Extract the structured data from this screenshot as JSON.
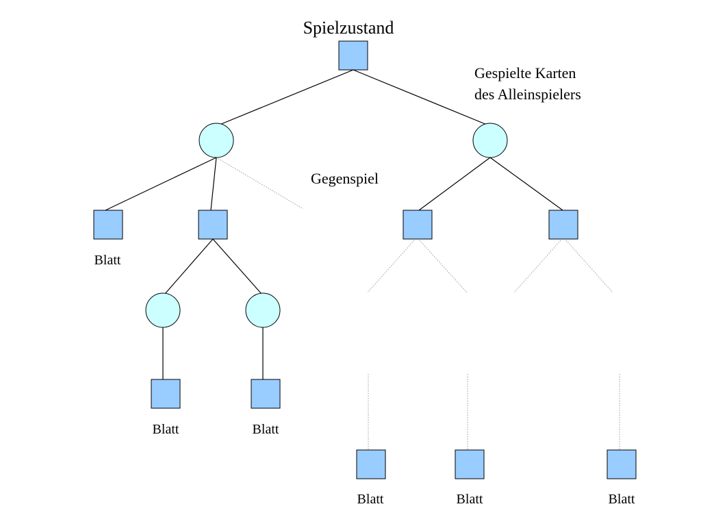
{
  "diagram": {
    "title": "Spielzustand",
    "annotation_declarer_line1": "Gespielte Karten",
    "annotation_declarer_line2": "des Alleinspielers",
    "annotation_opponents": "Gegenspiel",
    "leaf_label": "Blatt",
    "colors": {
      "state_node_fill": "#99ccff",
      "move_node_fill": "#ccffff",
      "outline": "#000000",
      "edge": "#000000",
      "dotted_edge": "#9a9a9a"
    },
    "node_shapes": {
      "game_state": "square",
      "opponent_move": "circle"
    }
  }
}
